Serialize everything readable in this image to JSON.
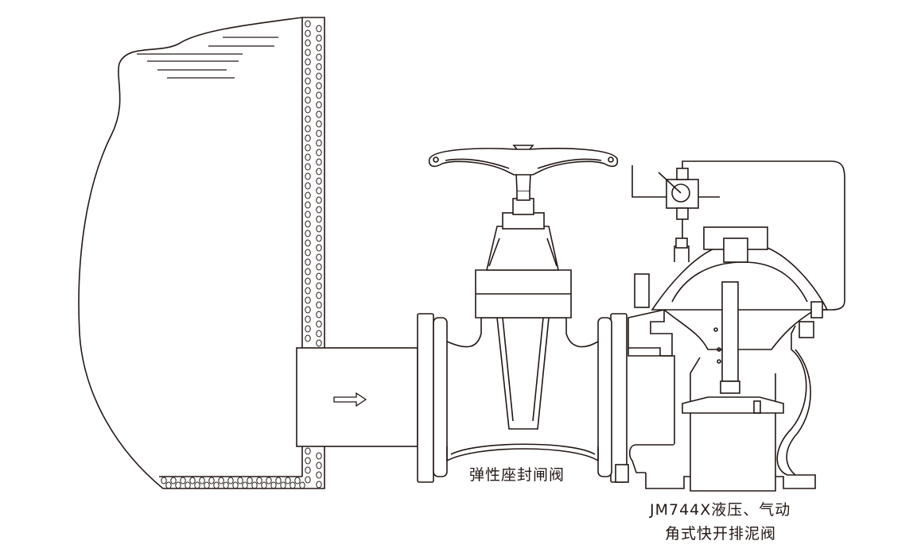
{
  "labels": {
    "gate_valve": "弹性座封闸阀",
    "angle_valve_line1": "JM744X液压、气动",
    "angle_valve_line2": "角式快开排泥阀"
  },
  "colors": {
    "stroke": "#231815",
    "background": "#ffffff"
  }
}
